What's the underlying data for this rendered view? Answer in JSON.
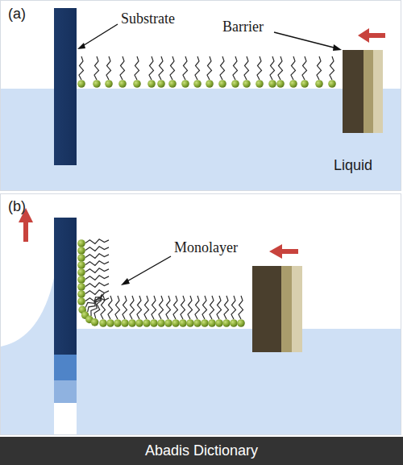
{
  "diagram": {
    "labels": [
      "(a)",
      "Substrate",
      "Barrier",
      "Liquid",
      "(b)",
      "Monolayer",
      "Abadis Dictionary"
    ]
  }
}
